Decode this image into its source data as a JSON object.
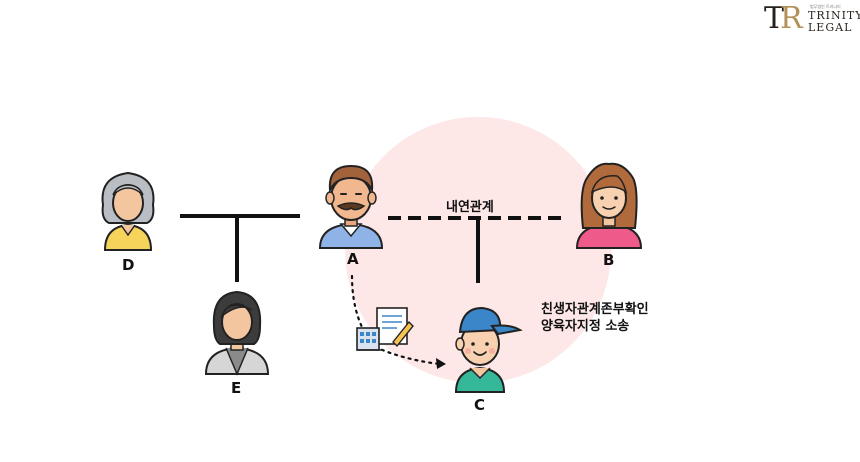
{
  "logo": {
    "mark_t": "T",
    "mark_r": "R",
    "small_text": "법무법인 트리니티",
    "name_line1": "TRINITY",
    "name_line2": "LEGAL"
  },
  "nodes": {
    "A": "A",
    "B": "B",
    "C": "C",
    "D": "D",
    "E": "E"
  },
  "relationship_label": "내연관계",
  "lawsuit_label": {
    "line1": "친생자관계존부확인",
    "line2": "양육자지정 소송"
  },
  "colors": {
    "highlight_circle": "#fde7e7",
    "line": "#111111",
    "logo_dark": "#26211c",
    "logo_gold": "#b4915a"
  },
  "icons": [
    "person-elderly-woman-icon",
    "person-man-mustache-icon",
    "person-woman-icon",
    "person-woman-short-hair-icon",
    "person-boy-cap-icon",
    "document-building-icon"
  ]
}
